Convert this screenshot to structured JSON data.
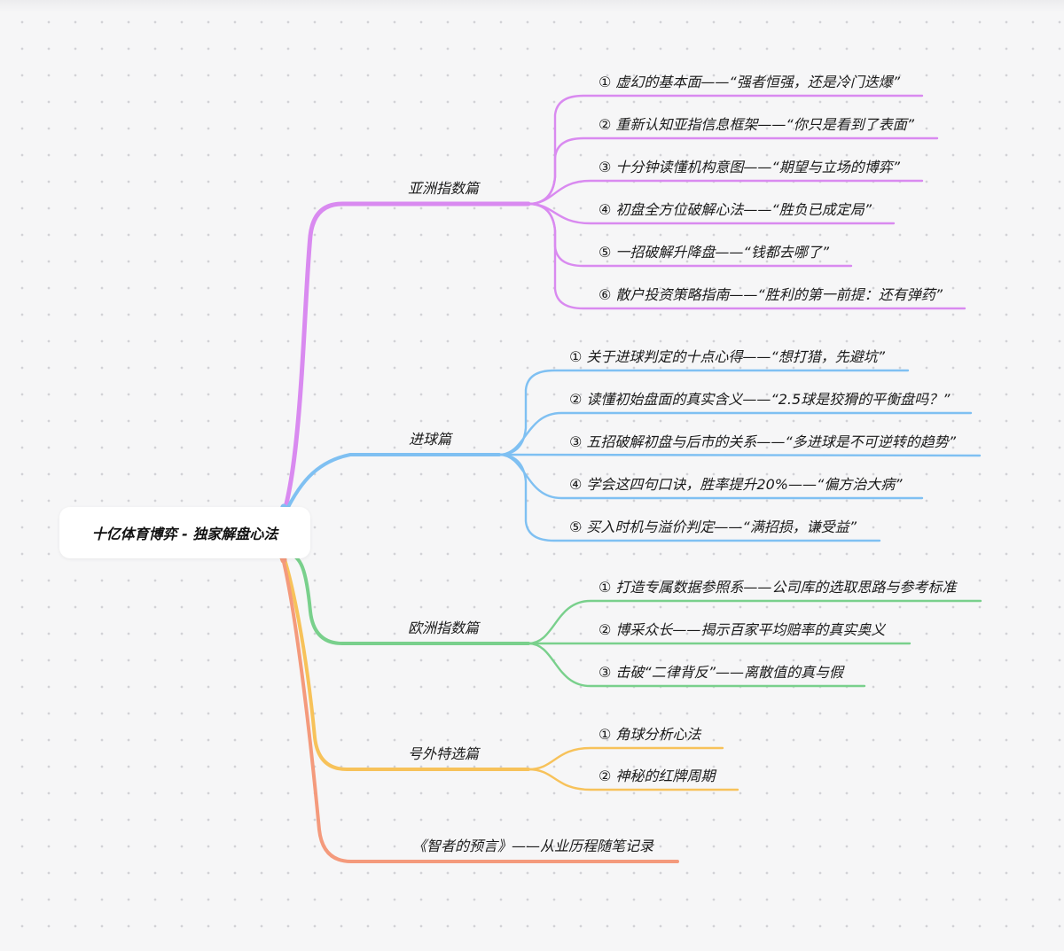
{
  "root": {
    "title": "十亿体育博弈 - 独家解盘心法"
  },
  "branches": [
    {
      "label": "亚洲指数篇",
      "color": "#d98af0",
      "children": [
        "① 虚幻的基本面——“强者恒强，还是冷门迭爆”",
        "② 重新认知亚指信息框架——“你只是看到了表面”",
        "③ 十分钟读懂机构意图——“期望与立场的博弈”",
        "④ 初盘全方位破解心法——“胜负已成定局”",
        "⑤ 一招破解升降盘——“钱都去哪了”",
        "⑥ 散户投资策略指南——“胜利的第一前提：还有弹药”"
      ]
    },
    {
      "label": "进球篇",
      "color": "#7fc0f2",
      "children": [
        "① 关于进球判定的十点心得——“想打猎，先避坑”",
        "② 读懂初始盘面的真实含义——“2.5球是狡猾的平衡盘吗？”",
        "③ 五招破解初盘与后市的关系——“多进球是不可逆转的趋势”",
        "④ 学会这四句口诀，胜率提升20%——“偏方治大病”",
        "⑤ 买入时机与溢价判定——“满招损，谦受益”"
      ]
    },
    {
      "label": "欧洲指数篇",
      "color": "#79d08c",
      "children": [
        "① 打造专属数据参照系——公司库的选取思路与参考标准",
        "② 博采众长——揭示百家平均赔率的真实奥义",
        "③ 击破“二律背反”——离散值的真与假"
      ]
    },
    {
      "label": "号外特选篇",
      "color": "#f7c25a",
      "children": [
        "① 角球分析心法",
        "② 神秘的红牌周期"
      ]
    },
    {
      "label": "《智者的预言》——从业历程随笔记录",
      "color": "#f49a7c",
      "children": []
    }
  ]
}
